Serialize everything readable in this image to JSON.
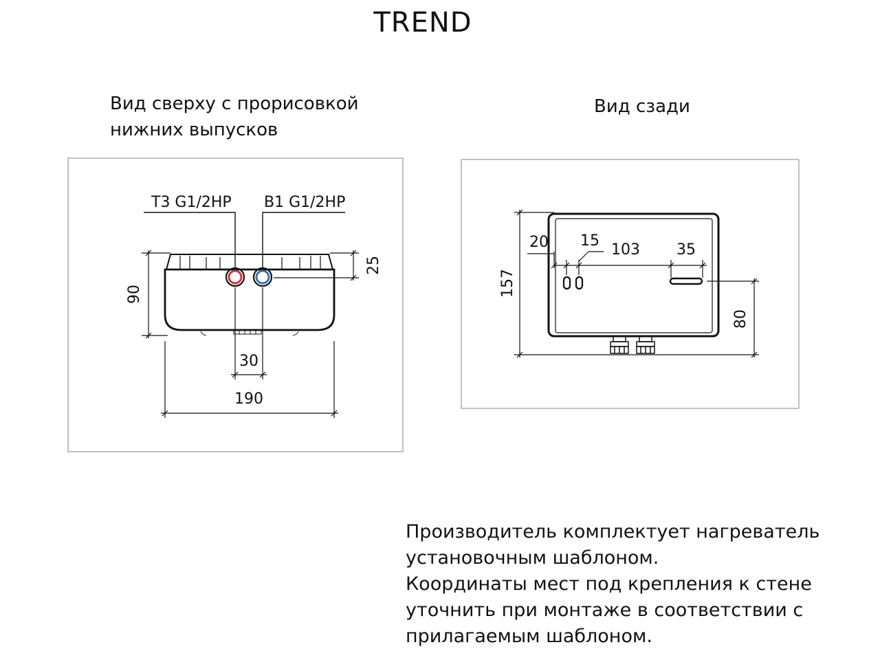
{
  "title": "TREND",
  "views": {
    "top": {
      "caption_line1": "Вид сверху с прорисовкой",
      "caption_line2": "нижних выпусков",
      "outlet_hot": "Т3 G1/2НР",
      "outlet_cold": "В1 G1/2НР",
      "dim_depth": "90",
      "dim_offset": "25",
      "dim_spacing": "30",
      "dim_width": "190"
    },
    "back": {
      "caption": "Вид сзади",
      "dim_height": "157",
      "dim_20": "20",
      "dim_15": "15",
      "dim_103": "103",
      "dim_35": "35",
      "dim_80": "80"
    }
  },
  "note": {
    "line1": "Производитель комплектует нагреватель",
    "line2": "установочным шаблоном.",
    "line3": "Координаты мест под крепления к стене",
    "line4": "уточнить при монтаже в соответствии с",
    "line5": "прилагаемым шаблоном."
  },
  "colors": {
    "hot": "#c23b3b",
    "cold": "#3a6fb0",
    "frame": "#9a9a9a"
  }
}
